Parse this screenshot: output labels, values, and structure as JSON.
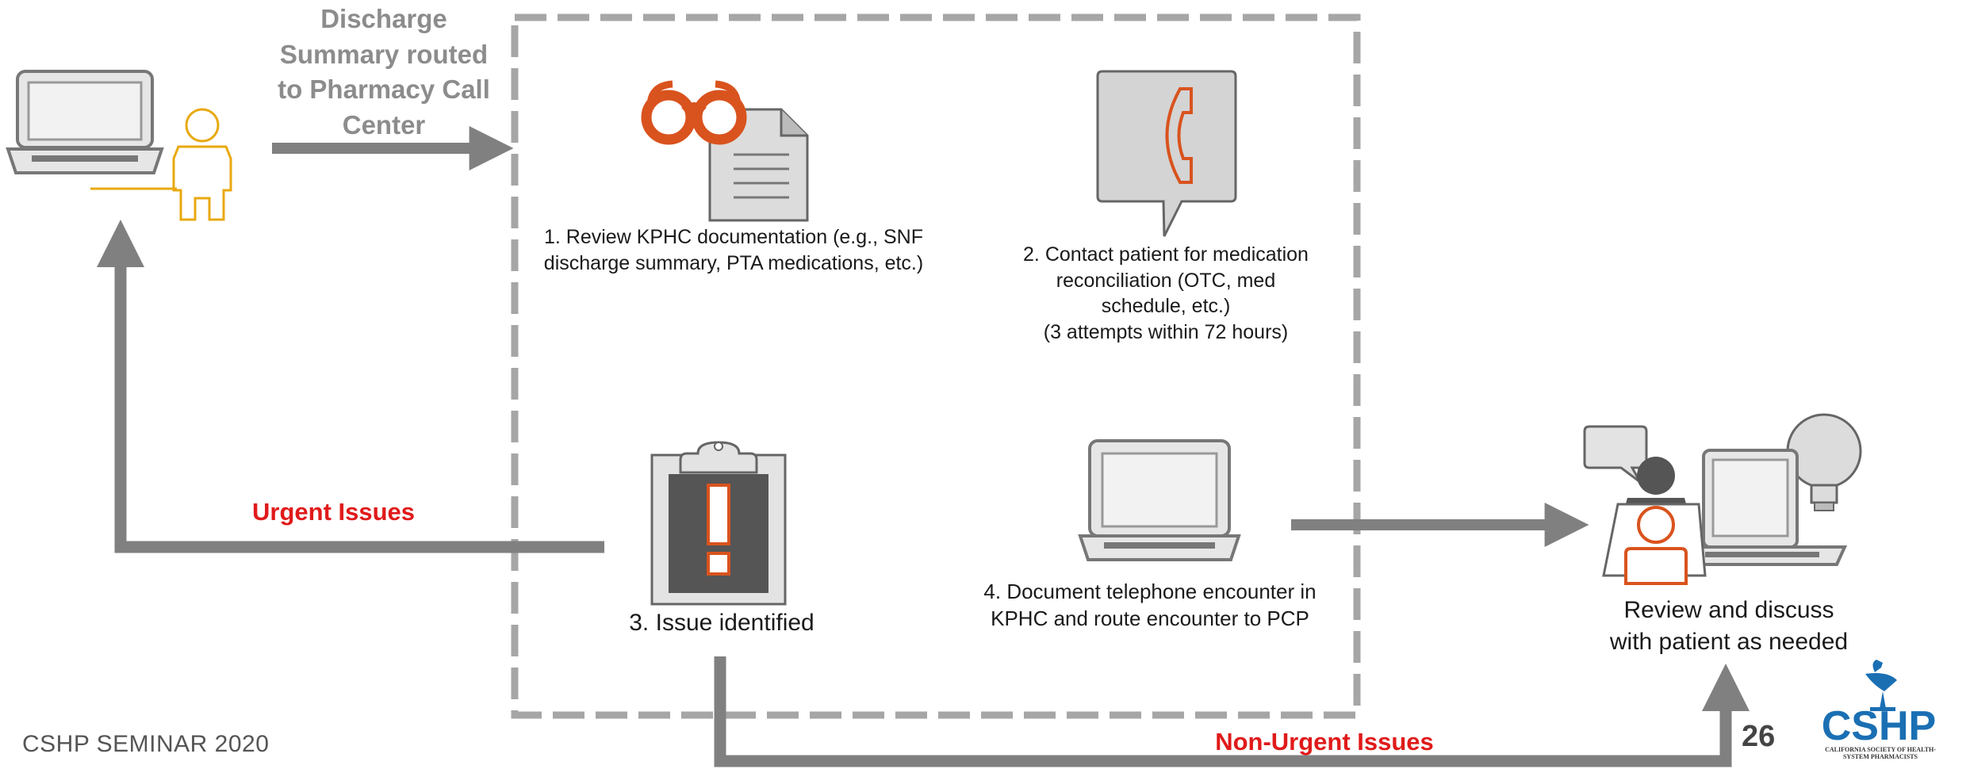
{
  "route_label": "Discharge Summary routed to Pharmacy Call Center",
  "steps": {
    "review": "1.  Review KPHC documentation (e.g., SNF discharge summary, PTA medications, etc.)",
    "contact_lines": [
      "2. Contact patient for medication",
      "reconciliation  (OTC, med",
      "schedule, etc.)",
      "(3 attempts within 72 hours)"
    ],
    "issue": "3. Issue identified",
    "document_lines": [
      "4. Document telephone encounter in",
      "KPHC and route encounter to PCP"
    ]
  },
  "urgent_label": "Urgent Issues",
  "non_urgent_label": "Non-Urgent Issues",
  "review_discuss_lines": [
    "Review and discuss",
    "with patient as needed"
  ],
  "footer": "CSHP SEMINAR 2020",
  "page_number": "26",
  "logo": {
    "text": "CSHP",
    "subtext": "CALIFORNIA SOCIETY OF HEALTH-SYSTEM PHARMACISTS"
  },
  "colors": {
    "arrow": "#808080",
    "orange": "#d9531e",
    "gold": "#e8a90f",
    "urgent": "#e01a1a",
    "logo": "#1a6fb3"
  }
}
